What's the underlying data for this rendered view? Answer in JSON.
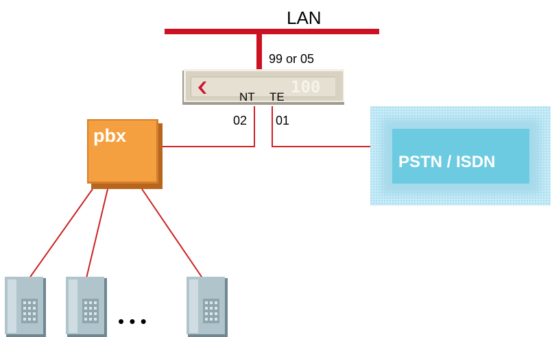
{
  "lan": {
    "label": "LAN"
  },
  "device": {
    "uplink_label": "99 or 05",
    "nt_label": "NT",
    "te_label": "TE",
    "display_text": "100"
  },
  "ports": {
    "nt_port": "02",
    "te_port": "01"
  },
  "pbx": {
    "label": "pbx"
  },
  "pstn": {
    "label": "PSTN / ISDN"
  },
  "phones": {
    "ellipsis": "• • •"
  },
  "colors": {
    "lan": "#cc1122",
    "link": "#cc2222",
    "pbx": "#f5a040",
    "pstn": "#6ccbe0",
    "phone": "#b0c4cc",
    "chassis": "#d8d2c2",
    "accent": "#cc1133"
  }
}
